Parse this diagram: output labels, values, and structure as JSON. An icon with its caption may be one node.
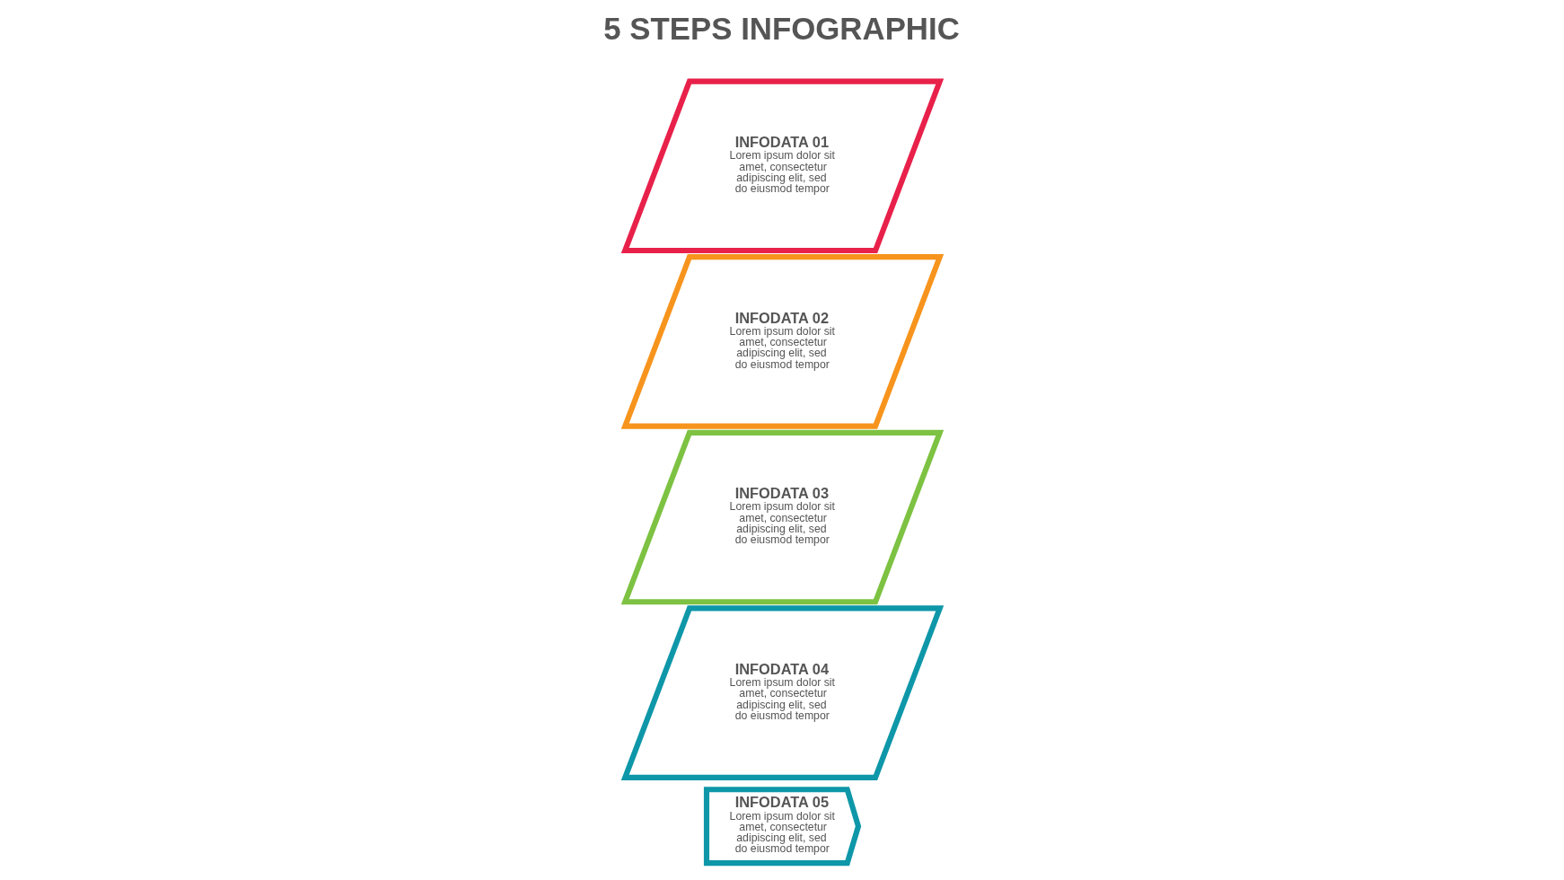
{
  "diagram": {
    "title": "5 STEPS INFOGRAPHIC",
    "nodes": [
      {
        "text": [
          "INFODATA 01",
          "Lorem ipsum dolor sit amet, consectetur adipiscing elit, sed do eiusmod tempor"
        ]
      },
      {
        "text": [
          "INFODATA 02",
          "Lorem ipsum dolor sit amet, consectetur adipiscing elit, sed do eiusmod tempor"
        ]
      },
      {
        "text": [
          "INFODATA 03",
          "Lorem ipsum dolor sit amet, consectetur adipiscing elit, sed do eiusmod tempor"
        ]
      },
      {
        "text": [
          "INFODATA 04",
          "Lorem ipsum dolor sit amet, consectetur adipiscing elit, sed do eiusmod tempor"
        ]
      },
      {
        "text": [
          "INFODATA 05",
          "Lorem ipsum dolor sit amet, consectetur adipiscing elit, sed do eiusmod tempor"
        ]
      }
    ]
  }
}
